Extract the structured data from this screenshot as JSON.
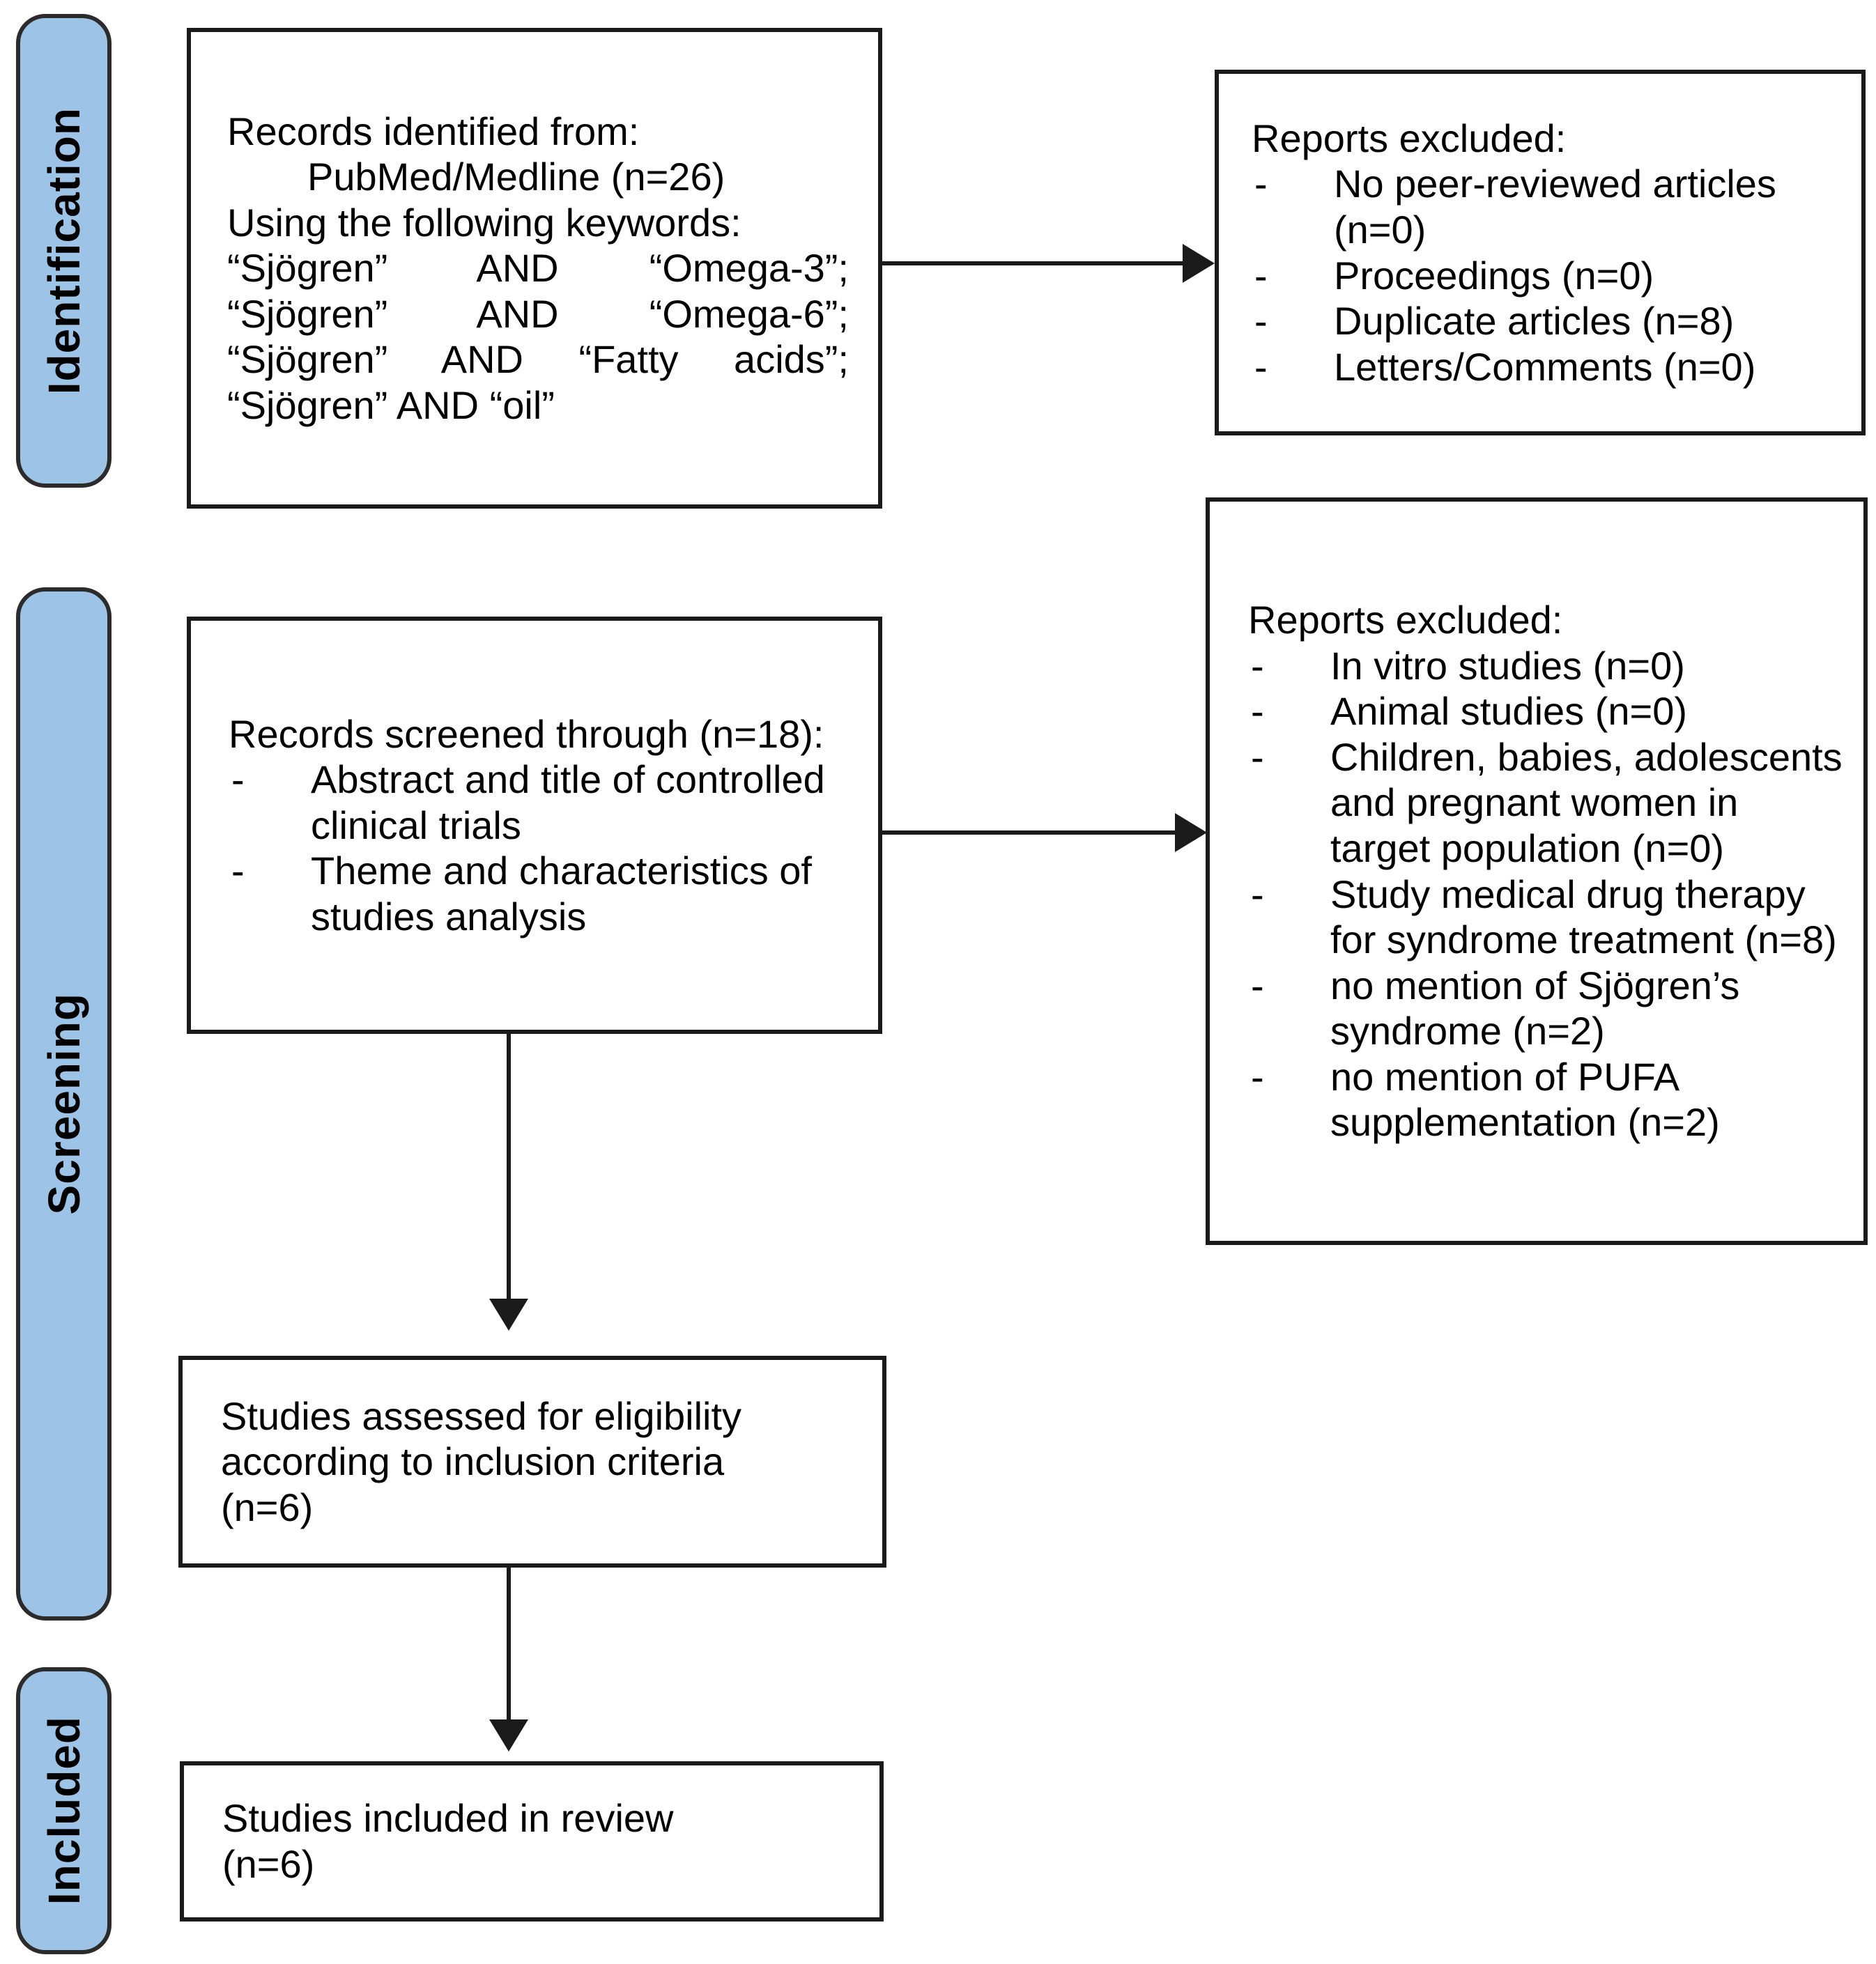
{
  "palette": {
    "tab_fill": "#9DC3E6",
    "tab_border": "#2B2B2B",
    "box_border": "#1A1A1A",
    "arrow": "#1A1A1A",
    "text": "#000000",
    "background": "#FFFFFF"
  },
  "stages": [
    {
      "label": "Identification"
    },
    {
      "label": "Screening"
    },
    {
      "label": "Included"
    }
  ],
  "boxes": {
    "records_identified": {
      "lines": [
        {
          "text": "Records identified from:",
          "style": "normal"
        },
        {
          "text": "PubMed/Medline (n=26)",
          "style": "indent"
        },
        {
          "text": "Using the following keywords:",
          "style": "normal"
        },
        {
          "text": "“Sjögren” AND “Omega-3”;",
          "style": "justify"
        },
        {
          "text": "“Sjögren” AND “Omega-6”;",
          "style": "justify"
        },
        {
          "text": "“Sjögren” AND “Fatty acids”;",
          "style": "justify"
        },
        {
          "text": "“Sjögren” AND “oil”",
          "style": "normal"
        }
      ]
    },
    "reports_excluded_top": {
      "title": "Reports excluded:",
      "marker": "-",
      "items": [
        "No peer-reviewed articles (n=0)",
        "Proceedings (n=0)",
        "Duplicate articles (n=8)",
        "Letters/Comments (n=0)"
      ]
    },
    "records_screened": {
      "title": "Records screened through (n=18):",
      "marker": "-",
      "items": [
        "Abstract and title of controlled clinical trials",
        "Theme and characteristics of studies analysis"
      ]
    },
    "reports_excluded_mid": {
      "title": "Reports excluded:",
      "marker": "-",
      "items": [
        "In vitro studies (n=0)",
        "Animal studies (n=0)",
        "Children, babies, adolescents and pregnant women in target population (n=0)",
        "Study medical drug therapy for syndrome treatment (n=8)",
        "no mention of Sjögren’s syndrome (n=2)",
        "no mention of PUFA supplementation (n=2)"
      ]
    },
    "studies_assessed": {
      "lines": [
        "Studies assessed for eligibility",
        "according to inclusion criteria",
        "(n=6)"
      ]
    },
    "studies_included": {
      "lines": [
        "Studies included in review",
        "(n=6)"
      ]
    }
  }
}
